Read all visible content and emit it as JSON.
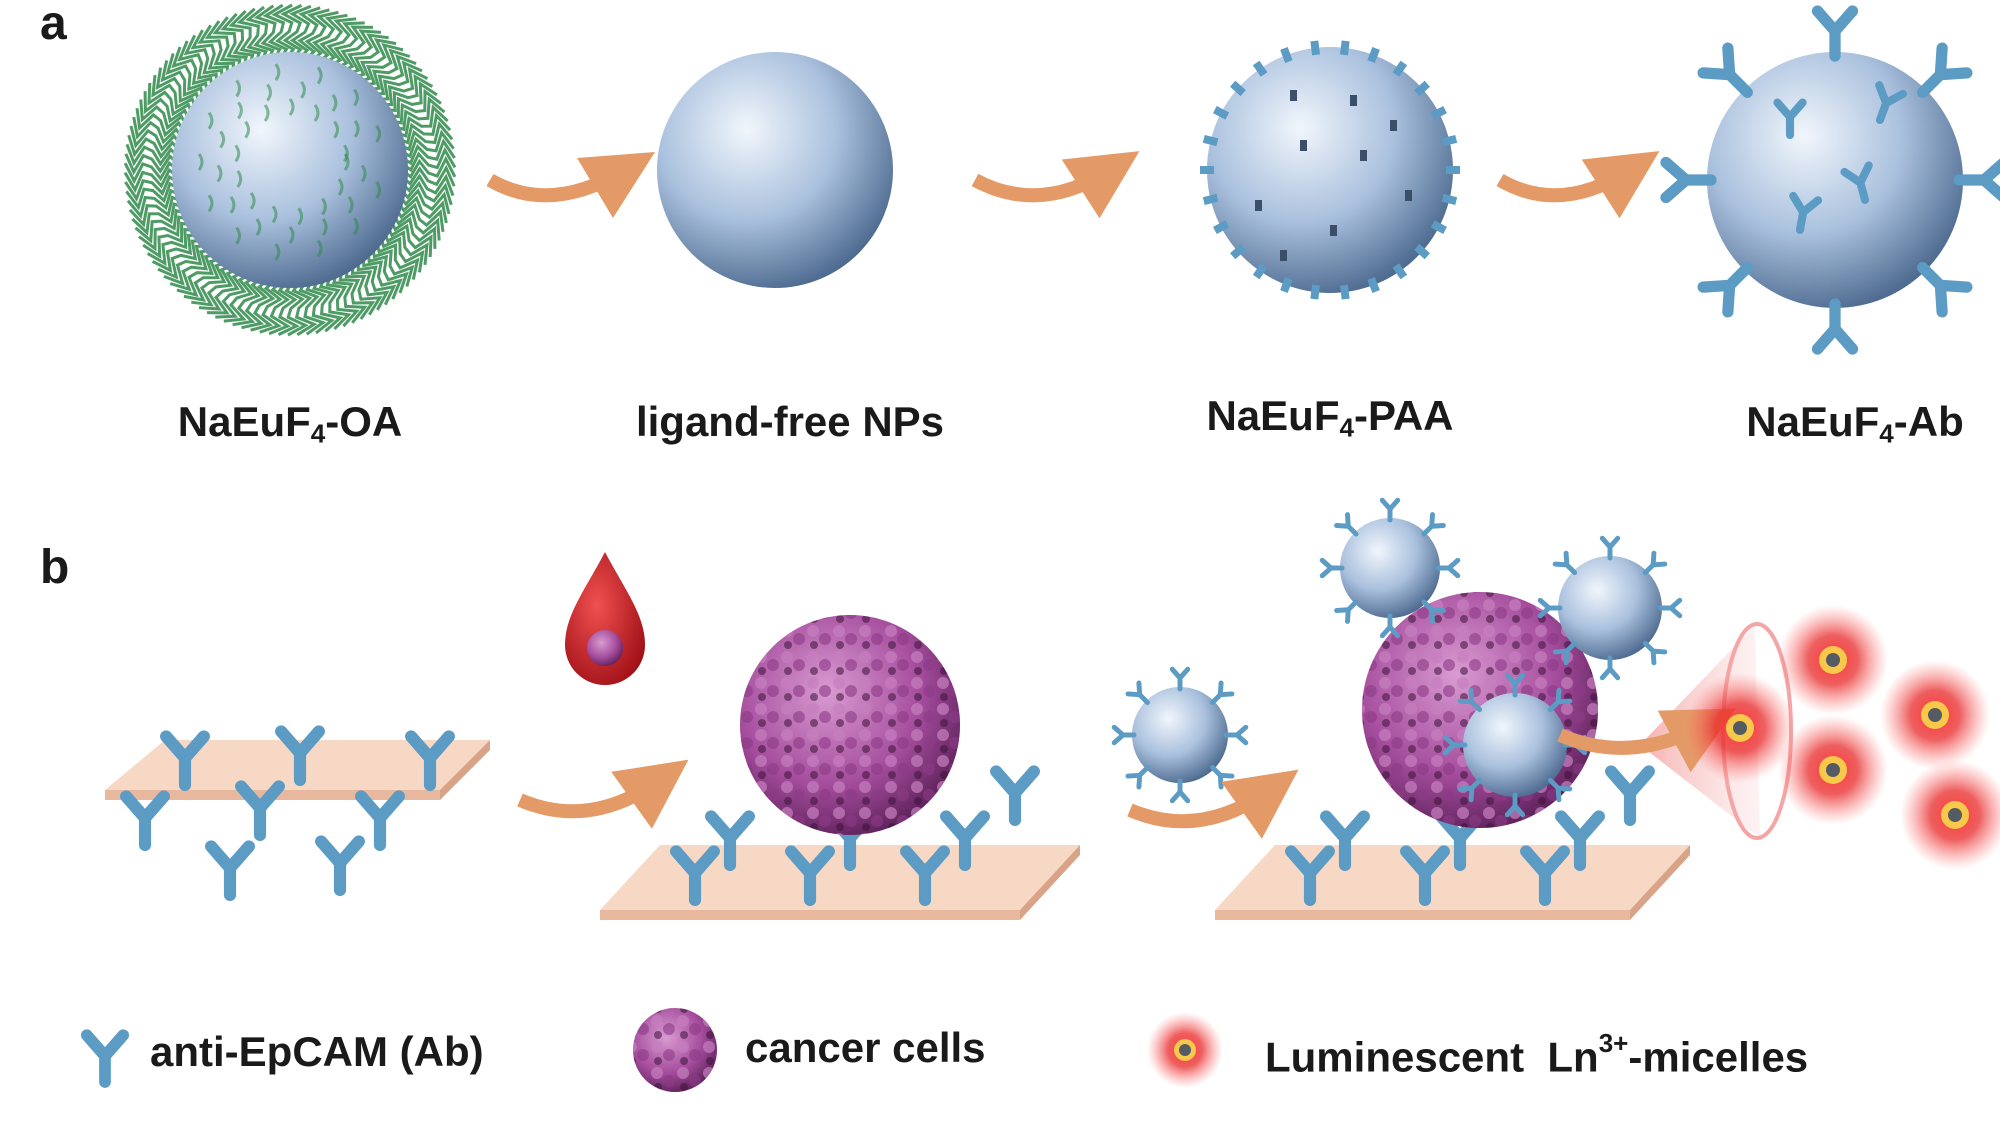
{
  "panels": {
    "a": {
      "letter": "a",
      "steps": [
        {
          "name": "NaEuF",
          "sub": "4",
          "suffix": "-OA"
        },
        {
          "name": "ligand-free NPs",
          "sub": "",
          "suffix": ""
        },
        {
          "name": "NaEuF",
          "sub": "4",
          "suffix": "-PAA"
        },
        {
          "name": "NaEuF",
          "sub": "4",
          "suffix": "-Ab"
        }
      ]
    },
    "b": {
      "letter": "b"
    }
  },
  "legend": {
    "antibody": "anti-EpCAM (Ab)",
    "cancer": "cancer cells",
    "micelle_prefix": "Luminescent  Ln",
    "micelle_sup": "3+",
    "micelle_suffix": "-micelles"
  },
  "colors": {
    "nanoparticle": "#a9c0dd",
    "antibody": "#5b9bc4",
    "oleic_acid": "#2f8a4a",
    "arrow": "#e49a67",
    "substrate": "#f7d8c4",
    "cancer_cell": "#a54d9d",
    "micelle_glow": "#e02a2a",
    "blood": "#c5161d"
  }
}
